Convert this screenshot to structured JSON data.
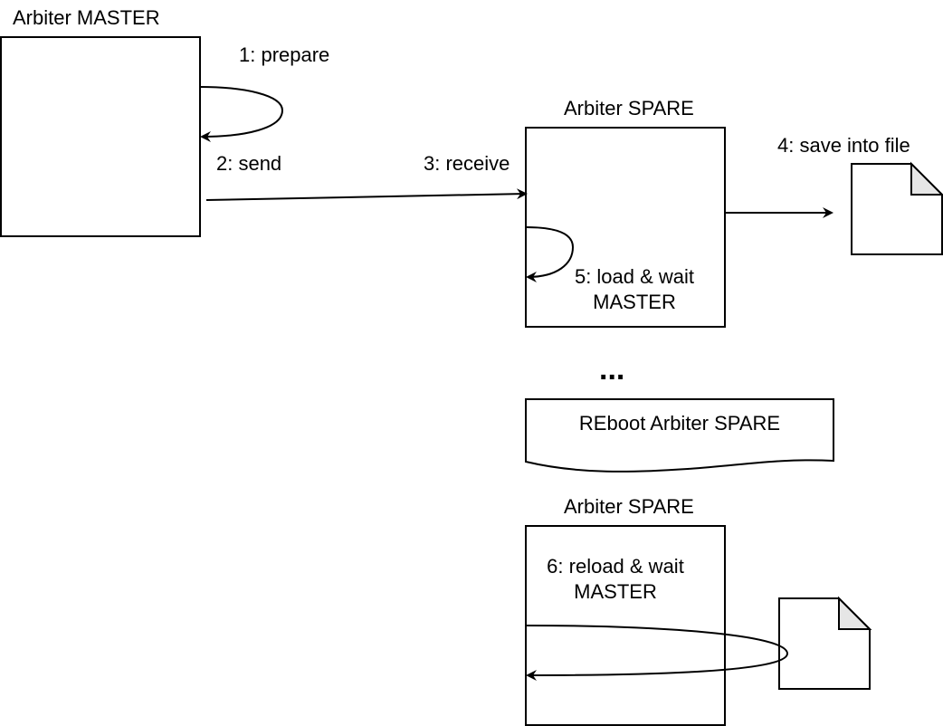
{
  "nodes": {
    "master_title": "Arbiter MASTER",
    "spare_title": "Arbiter SPARE",
    "spare2_title": "Arbiter SPARE",
    "reboot_text": "REboot Arbiter SPARE",
    "ellipsis": "..."
  },
  "edges": {
    "prepare": "1: prepare",
    "send": "2: send",
    "receive": "3: receive",
    "save": "4: save into file",
    "load": "5: load & wait\nMASTER",
    "reload": "6: reload & wait\nMASTER"
  },
  "colors": {
    "stroke": "#000000",
    "fill": "#ffffff",
    "file_fold": "#e6e6e6"
  }
}
